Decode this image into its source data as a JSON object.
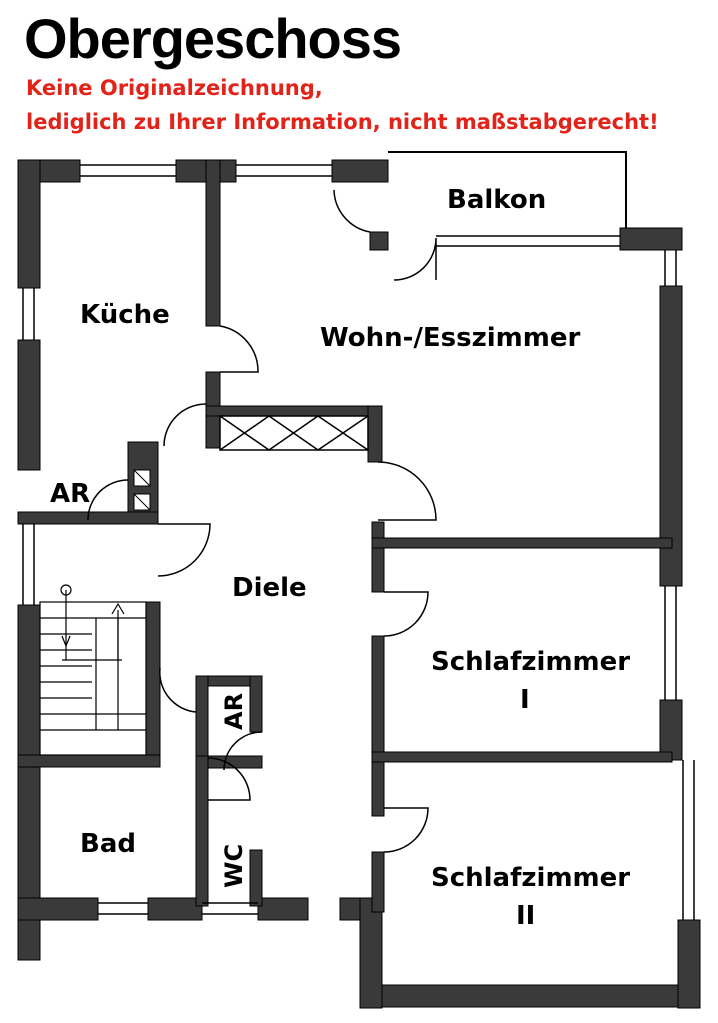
{
  "header": {
    "title": "Obergeschoss",
    "note_line1": "Keine Originalzeichnung,",
    "note_line2": "lediglich zu Ihrer Information, nicht maßstabgerecht!",
    "note_color": "#e2231a"
  },
  "rooms": {
    "balkon": "Balkon",
    "kueche": "Küche",
    "wohn": "Wohn-/Esszimmer",
    "ar_left": "AR",
    "diele": "Diele",
    "ar_vertical": "AR",
    "schlaf1_line1": "Schlafzimmer",
    "schlaf1_line2": "I",
    "bad": "Bad",
    "wc": "WC",
    "schlaf2_line1": "Schlafzimmer",
    "schlaf2_line2": "II"
  },
  "colors": {
    "wall": "#3a3a3a",
    "line": "#000000"
  }
}
